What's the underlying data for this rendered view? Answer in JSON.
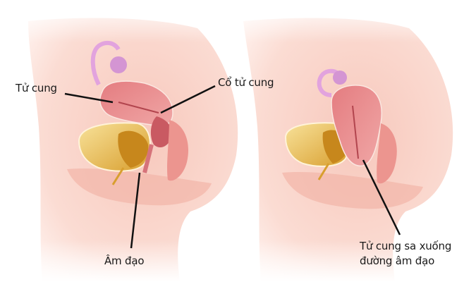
{
  "diagram": {
    "panels": [
      {
        "id": "normal",
        "description": "Normal position of uterus",
        "labels": {
          "uterus": "Tử cung",
          "cervix": "Cổ tử cung",
          "vagina": "Âm đạo"
        }
      },
      {
        "id": "prolapse",
        "description": "Uterine prolapse",
        "labels": {
          "prolapse": "Tử cung sa xuống",
          "prolapse_line2": "đường âm đạo"
        }
      }
    ],
    "colors": {
      "background": "#ffffff",
      "skin": "#f8d3c8",
      "skin_light": "#fbe3da",
      "uterus": "#e58a8c",
      "uterus_dark": "#c95a62",
      "uterus_inner": "#f3b6b0",
      "ovary": "#d9a0d6",
      "tube": "#e7a9e1",
      "bladder": "#e6b54a",
      "bladder_light": "#f6d98c",
      "rectum": "#e88c86",
      "leader_line": "#111111",
      "text": "#1a1a1a"
    }
  }
}
